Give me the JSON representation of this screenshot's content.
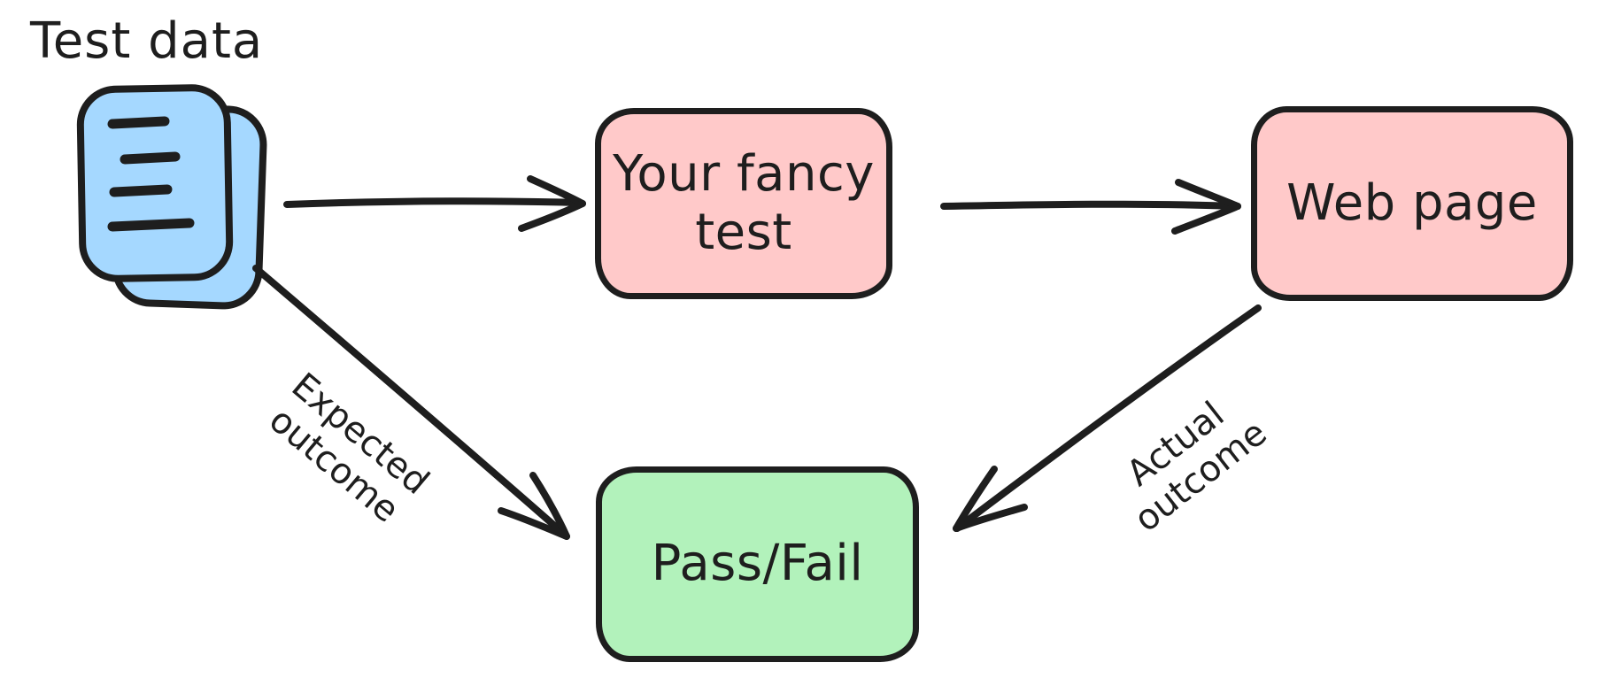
{
  "diagram": {
    "background_color": "#ffffff",
    "stroke_color": "#1e1e1e",
    "title": {
      "label": "Test data",
      "icon": "documents-icon",
      "icon_fill": "#a5d8ff"
    },
    "nodes": [
      {
        "id": "your-fancy-test",
        "label": "Your fancy\ntest",
        "fill": "#ffc9c9",
        "shape": "rounded-rectangle"
      },
      {
        "id": "web-page",
        "label": "Web page",
        "fill": "#ffc9c9",
        "shape": "rounded-rectangle"
      },
      {
        "id": "pass-fail",
        "label": "Pass/Fail",
        "fill": "#b2f2bb",
        "shape": "rounded-rectangle"
      }
    ],
    "edges": [
      {
        "from": "test-data",
        "to": "your-fancy-test",
        "label": ""
      },
      {
        "from": "your-fancy-test",
        "to": "web-page",
        "label": ""
      },
      {
        "from": "test-data",
        "to": "pass-fail",
        "label": "Expected\noutcome"
      },
      {
        "from": "web-page",
        "to": "pass-fail",
        "label": "Actual\noutcome"
      }
    ]
  }
}
